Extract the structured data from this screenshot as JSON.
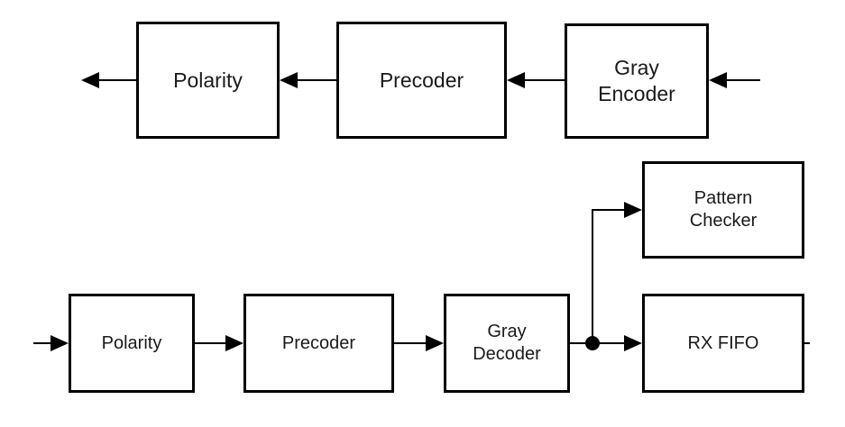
{
  "tx_chain": {
    "polarity": "Polarity",
    "precoder": "Precoder",
    "gray_encoder": [
      "Gray",
      "Encoder"
    ]
  },
  "rx_chain": {
    "polarity": "Polarity",
    "precoder": "Precoder",
    "gray_decoder": [
      "Gray",
      "Decoder"
    ],
    "pattern_checker": [
      "Pattern",
      "Checker"
    ],
    "rx_fifo": "RX FIFO"
  },
  "colors": {
    "line": "#000000",
    "text": "#1a1a1a",
    "background": "#ffffff"
  }
}
